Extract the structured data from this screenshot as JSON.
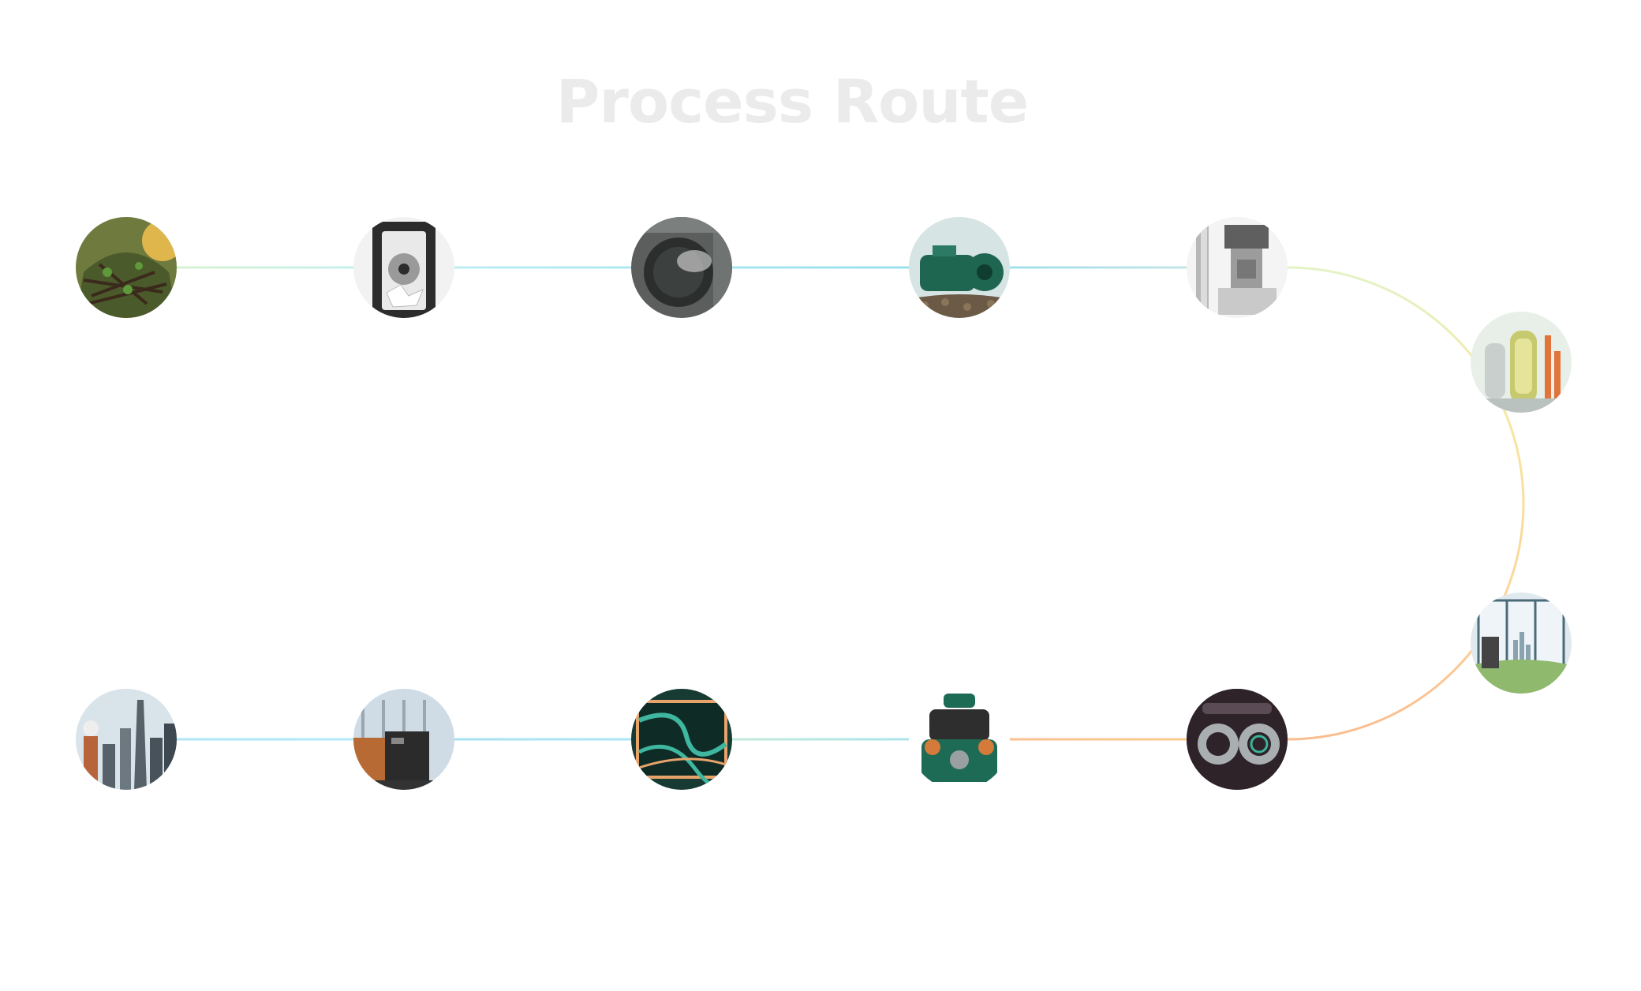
{
  "title": "Process Route",
  "steps": [
    {
      "name": "biomass-feedstock",
      "icon": "biomass-pile-icon",
      "bg": "#6f7a3e",
      "fg": "#3b2a1c",
      "accent": "#f2c14e"
    },
    {
      "name": "shredder",
      "icon": "shredder-icon",
      "bg": "#f2f2f2",
      "fg": "#2c2c2c",
      "accent": "#9a9a9a"
    },
    {
      "name": "dryer",
      "icon": "rotary-dryer-icon",
      "bg": "#5b5e5c",
      "fg": "#2b2e2d",
      "accent": "#c8c8c8"
    },
    {
      "name": "pelletizer",
      "icon": "pellet-mill-icon",
      "bg": "#d6e4e3",
      "fg": "#1f6650",
      "accent": "#6b5a45"
    },
    {
      "name": "packaging-machine",
      "icon": "packaging-machine-icon",
      "bg": "#f4f4f4",
      "fg": "#b7b7b7",
      "accent": "#5f5f5f"
    },
    {
      "name": "gasifier",
      "icon": "gasifier-reactor-icon",
      "bg": "#e8efe8",
      "fg": "#c7c96f",
      "accent": "#e0743a"
    },
    {
      "name": "gas-cleaning",
      "icon": "gas-cleaning-lab-icon",
      "bg": "#dfe9ee",
      "fg": "#4b6b7a",
      "accent": "#8fb96c"
    },
    {
      "name": "engine-block",
      "icon": "engine-block-icon",
      "bg": "#3a2f36",
      "fg": "#a9aeb0",
      "accent": "#3bb39a"
    },
    {
      "name": "gas-engine",
      "icon": "gas-engine-icon",
      "bg": "#ffffff",
      "fg": "#1e6b55",
      "accent": "#d47a3a"
    },
    {
      "name": "heat-exchanger",
      "icon": "heat-exchanger-icon",
      "bg": "#173a33",
      "fg": "#3fb6a0",
      "accent": "#e7a36a"
    },
    {
      "name": "power-cabinet",
      "icon": "power-cabinet-icon",
      "bg": "#cfdce6",
      "fg": "#b86a34",
      "accent": "#2b2b2b"
    },
    {
      "name": "city-grid",
      "icon": "city-skyline-icon",
      "bg": "#d9e3ea",
      "fg": "#56616a",
      "accent": "#b8643a"
    }
  ],
  "connectors": [
    {
      "name": "connector-1-2",
      "colors": [
        "#dcf3c8",
        "#bfeff4"
      ]
    },
    {
      "name": "connector-2-3",
      "colors": [
        "#bfeff4",
        "#a9e7f1"
      ]
    },
    {
      "name": "connector-3-4",
      "colors": [
        "#a9e7f1",
        "#98dfed"
      ]
    },
    {
      "name": "connector-4-5",
      "colors": [
        "#98dfed",
        "#cde6e4"
      ]
    },
    {
      "name": "connector-arc",
      "colors": [
        "#e3f3c6",
        "#f7e6a0",
        "#fcd69a",
        "#fbbc8e"
      ]
    },
    {
      "name": "connector-9-8",
      "colors": [
        "#fbbc8e",
        "#f9cf90"
      ]
    },
    {
      "name": "connector-8-7",
      "colors": [
        "#f9cf90",
        "#f3e6a0"
      ]
    },
    {
      "name": "connector-7-6",
      "colors": [
        "#c9ecd6",
        "#a4e2ee"
      ]
    },
    {
      "name": "connector-6-5",
      "colors": [
        "#a4e2ee",
        "#aee6f7"
      ]
    },
    {
      "name": "connector-5-4",
      "colors": [
        "#aee6f7",
        "#b3e9fb"
      ]
    }
  ]
}
